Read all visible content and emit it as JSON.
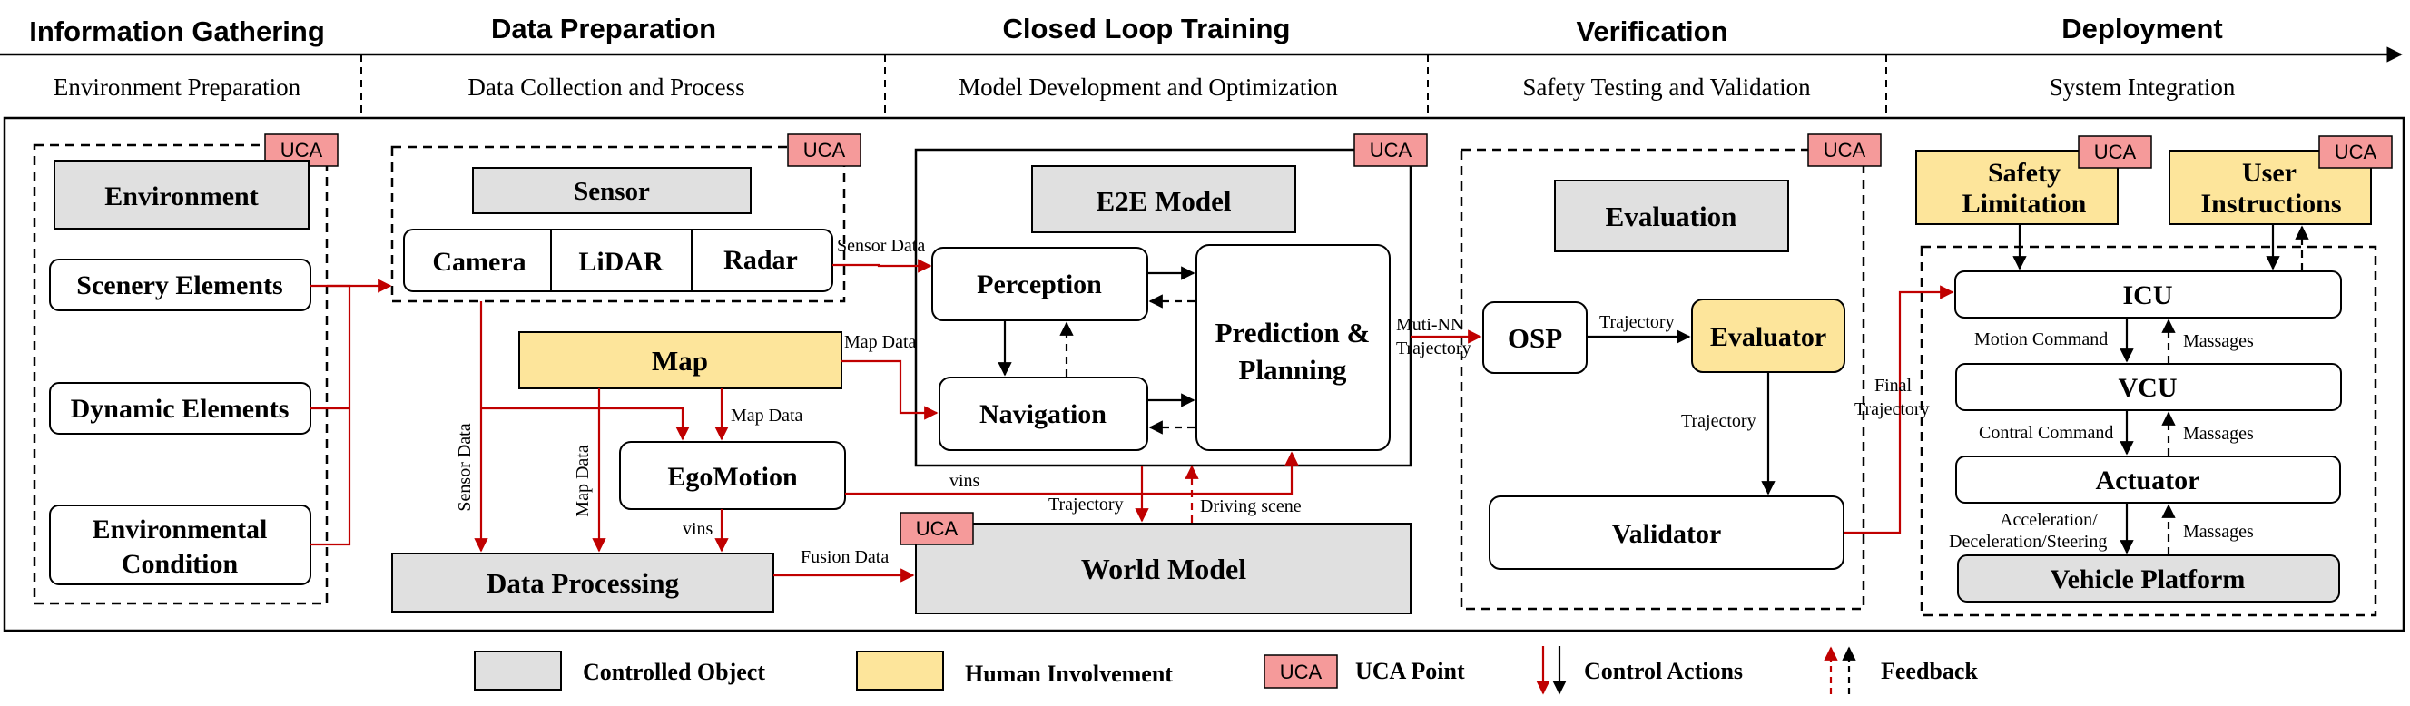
{
  "colors": {
    "controlled_object": "#e0e0e0",
    "human_involvement": "#fde59b",
    "uca_point": "#f59a9a",
    "control_arrow": "#c00000",
    "feedback_arrow": "#000000"
  },
  "phases": [
    {
      "title": "Information Gathering",
      "subtitle": "Environment Preparation"
    },
    {
      "title": "Data Preparation",
      "subtitle": "Data Collection and Process"
    },
    {
      "title": "Closed Loop Training",
      "subtitle": "Model Development and Optimization"
    },
    {
      "title": "Verification",
      "subtitle": "Safety Testing and Validation"
    },
    {
      "title": "Deployment",
      "subtitle": "System Integration"
    }
  ],
  "uca_tag": "UCA",
  "info": {
    "environment": "Environment",
    "scenery": "Scenery Elements",
    "dynamic": "Dynamic Elements",
    "condition_line1": "Environmental",
    "condition_line2": "Condition"
  },
  "prep": {
    "sensor": "Sensor",
    "camera": "Camera",
    "lidar": "LiDAR",
    "radar": "Radar",
    "map": "Map",
    "egomotion": "EgoMotion",
    "data_processing": "Data Processing"
  },
  "training": {
    "e2e_model": "E2E Model",
    "perception": "Perception",
    "navigation": "Navigation",
    "prediction_line1": "Prediction &",
    "prediction_line2": "Planning",
    "world_model": "World Model"
  },
  "verification": {
    "evaluation": "Evaluation",
    "osp": "OSP",
    "evaluator": "Evaluator",
    "validator": "Validator"
  },
  "deployment": {
    "safety_line1": "Safety",
    "safety_line2": "Limitation",
    "user_line1": "User",
    "user_line2": "Instructions",
    "icu": "ICU",
    "vcu": "VCU",
    "actuator": "Actuator",
    "vehicle_platform": "Vehicle Platform"
  },
  "flows": {
    "sensor_data": "Sensor Data",
    "sensor_data_vertical": "Sensor Data",
    "map_data": "Map Data",
    "map_data_vertical": "Map Data",
    "map_data_ego": "Map Data",
    "vins_ego": "vins",
    "vins_pred": "vins",
    "fusion_data": "Fusion Data",
    "trajectory_wm": "Trajectory",
    "driving_scene": "Driving scene",
    "muti_nn_line1": "Muti-NN",
    "muti_nn_line2": "Trajectory",
    "trajectory_osp": "Trajectory",
    "trajectory_eval": "Trajectory",
    "final_line1": "Final",
    "final_line2": "Trajectory",
    "motion_command": "Motion Command",
    "massages_1": "Massages",
    "contral_command": "Contral Command",
    "massages_2": "Massages",
    "accel_line1": "Acceleration/",
    "accel_line2": "Deceleration/Steering",
    "massages_3": "Massages"
  },
  "legend": {
    "controlled_object": "Controlled Object",
    "human_involvement": "Human Involvement",
    "uca_tag": "UCA",
    "uca_point": "UCA Point",
    "control_actions": "Control Actions",
    "feedback": "Feedback"
  }
}
